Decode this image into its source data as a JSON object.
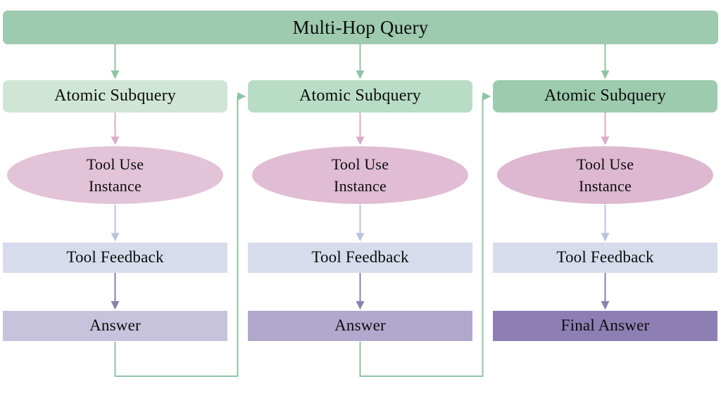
{
  "diagram": {
    "title": "Multi-Hop Query",
    "background": "#ffffff",
    "text_color": "#0c0c0c"
  },
  "banner": {
    "label": "Multi-Hop Query",
    "color": "#9ecbb0"
  },
  "columns": [
    {
      "index": 1,
      "subquery": {
        "label": "Atomic Subquery",
        "color": "#cfe6d7"
      },
      "tool_use": {
        "line1": "Tool Use",
        "line2": "Instance",
        "color": "#e3c3d8"
      },
      "feedback": {
        "label": "Tool Feedback",
        "color": "#d6dceb"
      },
      "answer": {
        "label": "Answer",
        "color": "#c8c3dc"
      }
    },
    {
      "index": 2,
      "subquery": {
        "label": "Atomic Subquery",
        "color": "#b9dcc6"
      },
      "tool_use": {
        "line1": "Tool Use",
        "line2": "Instance",
        "color": "#e0bdd4"
      },
      "feedback": {
        "label": "Tool Feedback",
        "color": "#d6dceb"
      },
      "answer": {
        "label": "Answer",
        "color": "#b2a8cd"
      }
    },
    {
      "index": 3,
      "subquery": {
        "label": "Atomic Subquery",
        "color": "#9ccbae"
      },
      "tool_use": {
        "line1": "Tool Use",
        "line2": "Instance",
        "color": "#ddb8d0"
      },
      "feedback": {
        "label": "Tool Feedback",
        "color": "#d6dceb"
      },
      "answer": {
        "label": "Final Answer",
        "color": "#8d7fb4"
      }
    }
  ],
  "edges": {
    "query_to_subquery_color": "#8fc4a4",
    "subquery_to_tool_color": "#d9aec6",
    "tool_to_feedback_color": "#b9c4dd",
    "feedback_to_answer_color": "#8a7fae",
    "answer_loopback_color": "#8fc4a4"
  },
  "flow_description": {
    "step_1": "Multi-Hop Query fans out to three Atomic Subqueries",
    "step_2": "Each Atomic Subquery triggers a Tool Use Instance",
    "step_3": "Each Tool Use Instance yields Tool Feedback",
    "step_4": "Each Tool Feedback produces an Answer",
    "step_5": "Answer 1 feeds back into Atomic Subquery 2; Answer 2 feeds back into Atomic Subquery 3",
    "step_6": "Column 3 ends in the Final Answer"
  }
}
